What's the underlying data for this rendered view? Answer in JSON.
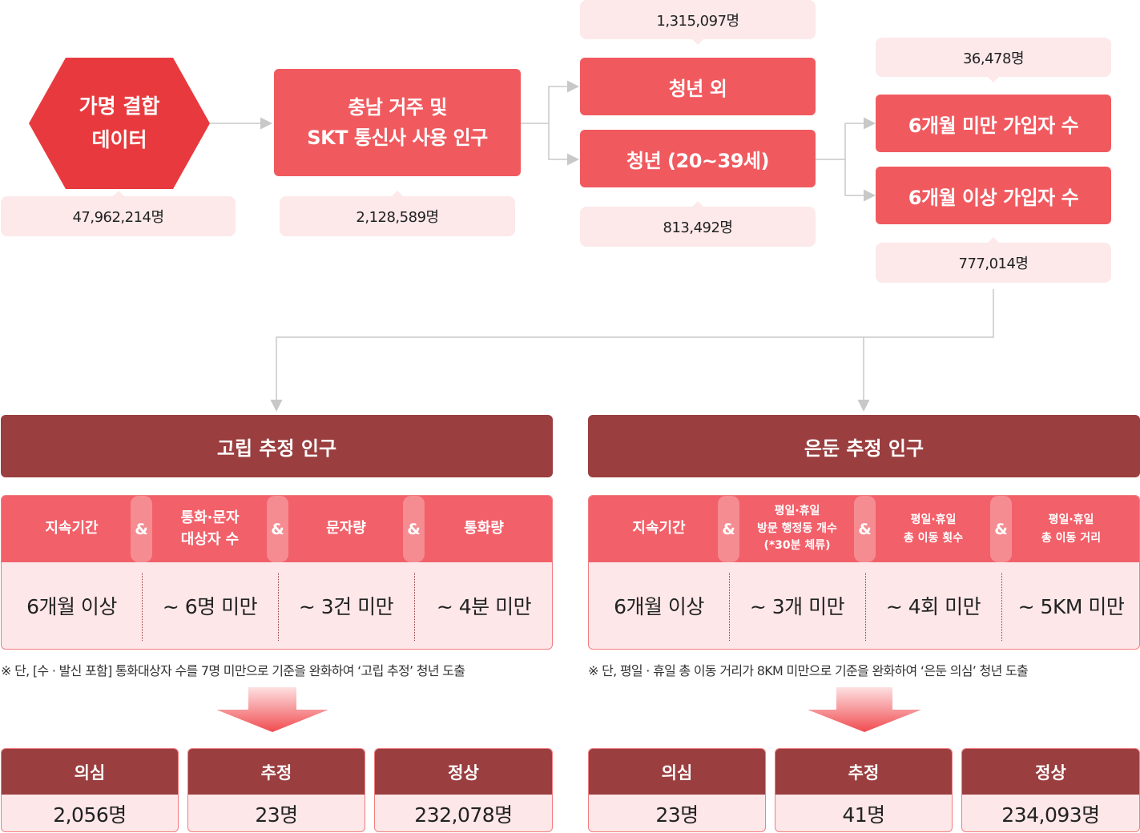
{
  "flow": {
    "source": {
      "label_line1": "가명 결합",
      "label_line2": "데이터",
      "count": "47,962,214명"
    },
    "region": {
      "label_line1": "충남 거주 및",
      "label_line2": "SKT 통신사 사용 인구",
      "count": "2,128,589명"
    },
    "non_youth": {
      "label": "청년 외",
      "count": "1,315,097명"
    },
    "youth": {
      "label": "청년 (20~39세)",
      "count": "813,492명"
    },
    "under_6m": {
      "label": "6개월 미만 가입자 수",
      "count": "36,478명"
    },
    "over_6m": {
      "label": "6개월 이상 가입자 수",
      "count": "777,014명"
    }
  },
  "isolated": {
    "title": "고립 추정 인구",
    "amp": "&",
    "headers": [
      {
        "line1": "지속기간",
        "line2": ""
      },
      {
        "line1": "통화·문자",
        "line2": "대상자 수"
      },
      {
        "line1": "문자량",
        "line2": ""
      },
      {
        "line1": "통화량",
        "line2": ""
      }
    ],
    "values": [
      "6개월 이상",
      "~ 6명 미만",
      "~ 3건 미만",
      "~ 4분 미만"
    ],
    "note": "※ 단, [수 · 발신 포함] 통화대상자 수를 7명 미만으로 기준을 완화하여 ‘고립 추정’ 청년 도출",
    "results": [
      {
        "label": "의심",
        "value": "2,056명"
      },
      {
        "label": "추정",
        "value": "23명"
      },
      {
        "label": "정상",
        "value": "232,078명"
      }
    ]
  },
  "reclusive": {
    "title": "은둔 추정 인구",
    "amp": "&",
    "headers": [
      {
        "line1": "지속기간",
        "line2": "",
        "line3": ""
      },
      {
        "line1": "평일·휴일",
        "line2": "방문 행정동 개수",
        "line3": "(*30분 체류)"
      },
      {
        "line1": "평일·휴일",
        "line2": "총 이동 횟수",
        "line3": ""
      },
      {
        "line1": "평일·휴일",
        "line2": "총 이동 거리",
        "line3": ""
      }
    ],
    "values": [
      "6개월 이상",
      "~ 3개 미만",
      "~ 4회 미만",
      "~ 5KM 미만"
    ],
    "note": "※ 단, 평일 · 휴일 총 이동 거리가 8KM 미만으로 기준을 완화하여 ‘은둔 의심’ 청년 도출",
    "results": [
      {
        "label": "의심",
        "value": "23명"
      },
      {
        "label": "추정",
        "value": "41명"
      },
      {
        "label": "정상",
        "value": "234,093명"
      }
    ]
  },
  "colors": {
    "coral": "#f05a5f",
    "maroon": "#9a3e3f",
    "pink": "#fde9ea",
    "red": "#e83a3e"
  }
}
